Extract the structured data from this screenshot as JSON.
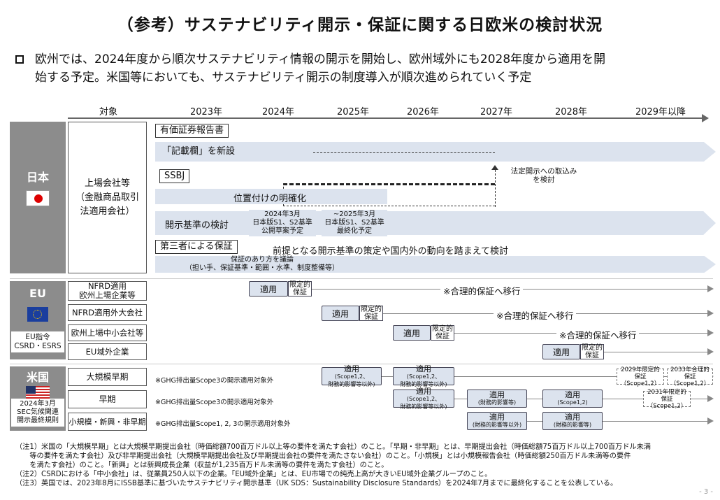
{
  "title": "（参考）サステナビリティ開示・保証に関する日欧米の検討状況",
  "intro": "欧州では、2024年度から順次サステナビリティ情報の開示を開始し、欧州域外にも2028年度から適用を開\n始する予定。米国等においても、サステナビリティ開示の制度導入が順次進められていく予定",
  "header": {
    "target": "対象",
    "years": [
      "2023年",
      "2024年",
      "2025年",
      "2026年",
      "2027年",
      "2028年",
      "2029年以降"
    ]
  },
  "japan": {
    "region": "日本",
    "target": "上場会社等\n（金融商品取引\n法適用会社）",
    "yuho_label": "有価証券報告書",
    "kisai_label": "「記載欄」を新設",
    "ssbj_label": "SSBJ",
    "legal_note": "法定開示への取込み\nを検討",
    "ichizuke": "位置付けの明確化",
    "kaiji_label": "開示基準の検討",
    "ssbj_2024": "2024年3月\n日本版S1、S2基準\n公開草案予定",
    "ssbj_2025": "~2025年3月\n日本版S1、S2基準\n最終化予定",
    "third_label": "第三者による保証",
    "third_text": "前提となる開示基準の策定や国内外の動向を踏まえて検討",
    "hosho_text": "保証のあり方を議論\n（担い手、保証基準・範囲・水準、制度整備等）"
  },
  "eu": {
    "region": "EU",
    "directive": "EU指令\nCSRD・ESRS",
    "rows": [
      {
        "target": "NFRD適用\n欧州上場企業等",
        "apply": "適用",
        "limited": "限定的\n保証",
        "note": "※合理的保証へ移行"
      },
      {
        "target": "NFRD適用外大会社",
        "apply": "適用",
        "limited": "限定的\n保証",
        "note": "※合理的保証へ移行"
      },
      {
        "target": "欧州上場中小会社等",
        "apply": "適用",
        "limited": "限定的\n保証",
        "note": "※合理的保証へ移行"
      },
      {
        "target": "EU域外企業",
        "apply": "適用",
        "limited": "限定的\n保証",
        "note": ""
      }
    ]
  },
  "us": {
    "region": "米国",
    "rule": "2024年3月\nSEC気候関連\n開示最終規則",
    "rows": [
      {
        "target": "大規模早期",
        "ghg": "※GHG排出量Scope3の開示適用対象外"
      },
      {
        "target": "早期",
        "ghg": "※GHG排出量Scope3の開示適用対象外"
      },
      {
        "target": "小規模・新興・非早期",
        "ghg": "※GHG排出量Scope1, 2, 3の開示適用対象外"
      }
    ],
    "boxes": {
      "a1_main": "適用",
      "a1_sub": "(Scope1,2、\n財務的影響等以外)",
      "a2_main": "適用",
      "a2_sub": "(Scope1,2、\n財務的影響等以外)",
      "a3": "2029年限定的\n保証（Scope1,2）",
      "a4": "2033年合理的\n保証（Scope1,2）",
      "b1_main": "適用",
      "b1_sub": "(Scope1,2、\n財務的影響等以外)",
      "b2_main": "適用",
      "b2_sub": "(財務的影響等)",
      "b3_main": "適用",
      "b3_sub": "(Scope1,2)",
      "b4": "2031年限定的\n保証（Scope1,2）",
      "c1_main": "適用",
      "c1_sub": "(財務的影響等以外)",
      "c2_main": "適用",
      "c2_sub": "(財務的影響等)"
    }
  },
  "notes": [
    "（注1）米国の「大規模早期」とは大規模早期提出会社（時価総額700百万ドル以上等の要件を満たす会社）のこと。「早期・非早期」とは、早期提出会社（時価総額75百万ドル以上700百万ドル未満\n　　等の要件を満たす会社）及び非早期提出会社（大規模早期提出会社及び早期提出会社の要件を満たさない会社）のこと。「小規模」とは小規模報告会社（時価総額250百万ドル未満等の要件\n　　を満たす会社）のこと。「新興」とは新興成長企業（収益が1,235百万ドル未満等の要件を満たす会社）のこと。",
    "（注2）CSRDにおける「中小会社」は、従業員250人以下の企業。「EU域外企業」とは、EU市場での純売上高が大きいEU域外企業グループのこと。",
    "（注3）英国では、2023年8月にISSB基準に基づいたサステナビリティ開示基準（UK SDS：Sustainability Disclosure Standards）を2024年7月までに最終化することを公表している。"
  ],
  "page_no": "- 3 -",
  "colors": {
    "band": "#dce3ee",
    "region": "#8c8c8c"
  }
}
